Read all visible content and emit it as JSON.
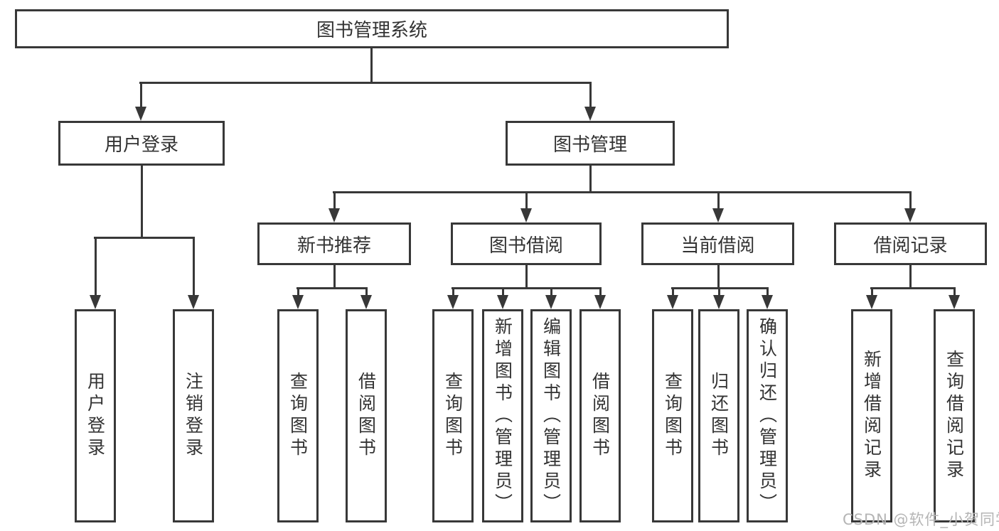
{
  "diagram": {
    "root": {
      "label": "图书管理系统"
    },
    "modules": [
      {
        "label": "用户登录",
        "children": [
          {
            "label": "用户登录"
          },
          {
            "label": "注销登录"
          }
        ]
      },
      {
        "label": "图书管理",
        "children": [
          {
            "label": "新书推荐",
            "children": [
              {
                "label": "查询图书"
              },
              {
                "label": "借阅图书"
              }
            ]
          },
          {
            "label": "图书借阅",
            "children": [
              {
                "label": "查询图书"
              },
              {
                "label": "新增图书（管理员）"
              },
              {
                "label": "编辑图书（管理员）"
              },
              {
                "label": "借阅图书"
              }
            ]
          },
          {
            "label": "当前借阅",
            "children": [
              {
                "label": "查询图书"
              },
              {
                "label": "归还图书"
              },
              {
                "label": "确认归还（管理员）"
              }
            ]
          },
          {
            "label": "借阅记录",
            "children": [
              {
                "label": "新增借阅记录"
              },
              {
                "label": "查询借阅记录"
              }
            ]
          }
        ]
      }
    ]
  },
  "colors": {
    "line": "#383838",
    "text": "#333333",
    "watermark": "#b5b5b5",
    "background": "#ffffff"
  },
  "watermark": {
    "text": "CSDN @软件_小贺同学"
  }
}
